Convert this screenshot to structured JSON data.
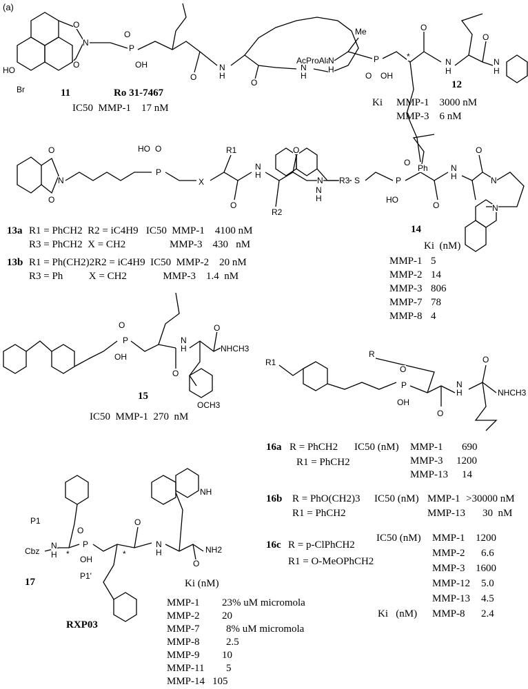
{
  "panel_label": "(a)",
  "compounds": {
    "c11": {
      "id": "11",
      "name": "Ro 31-7467",
      "activity": "IC50  MMP-1    17 nM",
      "atoms": [
        "HO",
        "Br",
        "O",
        "O",
        "N",
        "P",
        "O",
        "OH",
        "O",
        "N",
        "H",
        "O",
        "N",
        "H"
      ]
    },
    "c12": {
      "id": "12",
      "ki_label": "Ki",
      "rows": [
        "MMP-1    3000 nM",
        "MMP-3    6 nM"
      ],
      "atoms": [
        "AcProAla",
        "N",
        "H",
        "Me",
        "P",
        "O",
        "OH",
        "*",
        "O",
        "Ph",
        "N",
        "H",
        "O",
        "N",
        "H"
      ]
    },
    "c13": {
      "atoms": [
        "O",
        "O",
        "N",
        "HO",
        "O",
        "P",
        "X",
        "R1",
        "O",
        "N",
        "H",
        "R2",
        "O",
        "N",
        "H",
        "R3"
      ],
      "a": {
        "id": "13a",
        "line1": "R1 = PhCH2  R2 = iC4H9   IC50  MMP-1    4100 nM",
        "line2": "R3 = PhCH2  X = CH2                 MMP-3    430   nM"
      },
      "b": {
        "id": "13b",
        "line1": "R1 = Ph(CH2)2R2 = iC4H9  IC50  MMP-2    20 nM",
        "line2": "R3 = Ph          X = CH2              MMP-3    1.4  nM"
      }
    },
    "c14": {
      "id": "14",
      "ki_label": "Ki  (nM)",
      "rows": [
        [
          "MMP-1",
          "5"
        ],
        [
          "MMP-2",
          "14"
        ],
        [
          "MMP-3",
          "806"
        ],
        [
          "MMP-7",
          "78"
        ],
        [
          "MMP-8",
          "4"
        ]
      ],
      "atoms": [
        "N",
        "S",
        "O",
        "P",
        "HO",
        "N",
        "H",
        "O",
        "O",
        "N",
        "N"
      ]
    },
    "c15": {
      "id": "15",
      "activity": "IC50  MMP-1  270  nM",
      "atoms": [
        "O",
        "P",
        "OH",
        "O",
        "N",
        "H",
        "O",
        "NHCH3",
        "OCH3"
      ]
    },
    "c16": {
      "atoms": [
        "R1",
        "R",
        "O",
        "P",
        "OH",
        "O",
        "N",
        "H",
        "O",
        "NHCH3"
      ],
      "a": {
        "id": "16a",
        "r": "R = PhCH2",
        "r1": "R1 = PhCH2",
        "label": "IC50 (nM)",
        "rows": [
          [
            "MMP-1",
            "690"
          ],
          [
            "MMP-3",
            "1200"
          ],
          [
            "MMP-13",
            "14"
          ]
        ]
      },
      "b": {
        "id": "16b",
        "r": "R = PhO(CH2)3",
        "r1": "R1 = PhCH2",
        "label": "IC50 (nM)",
        "rows": [
          [
            "MMP-1",
            ">30000 nM"
          ],
          [
            "MMP-13",
            "30  nM"
          ]
        ]
      },
      "c": {
        "id": "16c",
        "r": "R = p-ClPhCH2",
        "r1": "R1 = O-MeOPhCH2",
        "label": "IC50 (nM)",
        "rows": [
          [
            "MMP-1",
            "1200"
          ],
          [
            "MMP-2",
            "6.6"
          ],
          [
            "MMP-3",
            "1600"
          ],
          [
            "MMP-12",
            "5.0"
          ],
          [
            "MMP-13",
            "4.5"
          ]
        ],
        "ki_label": "Ki   (nM)",
        "ki_row": [
          "MMP-8",
          "2.4"
        ]
      }
    },
    "c17": {
      "id": "17",
      "name": "RXP03",
      "ki_label": "Ki (nM)",
      "rows": [
        [
          "MMP-1",
          "23% uM micromola"
        ],
        [
          "MMP-2",
          "20"
        ],
        [
          "MMP-7",
          "8% uM micromola"
        ],
        [
          "MMP-8",
          "2.5"
        ],
        [
          "MMP-9",
          "10"
        ],
        [
          "MMP-11",
          "5"
        ],
        [
          "MMP-14",
          "105"
        ]
      ],
      "atoms": [
        "P1",
        "Cbz",
        "N",
        "H",
        "*",
        "O",
        "P",
        "OH",
        "*",
        "O",
        "N",
        "H",
        "O",
        "NH2",
        "NH",
        "P1'"
      ]
    }
  }
}
